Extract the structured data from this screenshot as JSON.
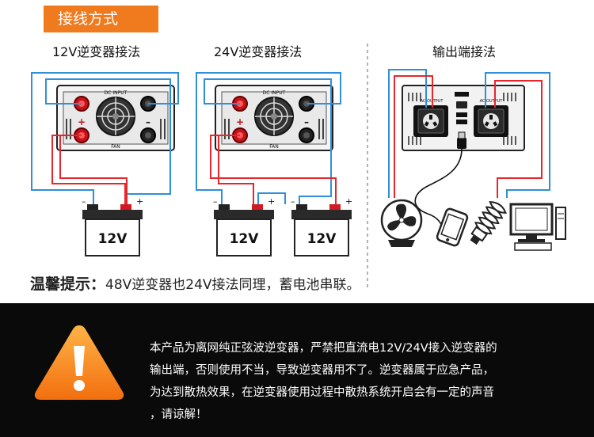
{
  "header": {
    "tag": "接线方式"
  },
  "sections": {
    "v12": "12V逆变器接法",
    "v24": "24V逆变器接法",
    "output": "输出端接法"
  },
  "inverter": {
    "dc_input": "DC INPUT",
    "fan": "FAN",
    "plus": "+",
    "minus": "–"
  },
  "batteries": {
    "b1": "12V",
    "b2": "12V",
    "b3": "12V",
    "plus": "+",
    "minus": "–"
  },
  "output_panel": {
    "ac_output_left": "AC OUTPUT",
    "ac_output_right": "AC OUTPUT"
  },
  "note": {
    "prefix": "温馨提示：",
    "text": "48V逆变器也24V接法同理，蓄电池串联。"
  },
  "warning": {
    "line1": "本产品为离网纯正弦波逆变器，严禁把直流电12V/24V接入逆变器的",
    "line2": "输出端，否则使用不当，导致逆变器用不了。逆变器属于应急产品，",
    "line3": "为达到散热效果，在逆变器使用过程中散热系统开启会有一定的声音",
    "line4": "，请谅解！"
  },
  "colors": {
    "accent": "#f07a1e",
    "wire_red": "#e8262b",
    "wire_blue": "#2f8fd8",
    "dark_bg": "#0a0a0a"
  }
}
